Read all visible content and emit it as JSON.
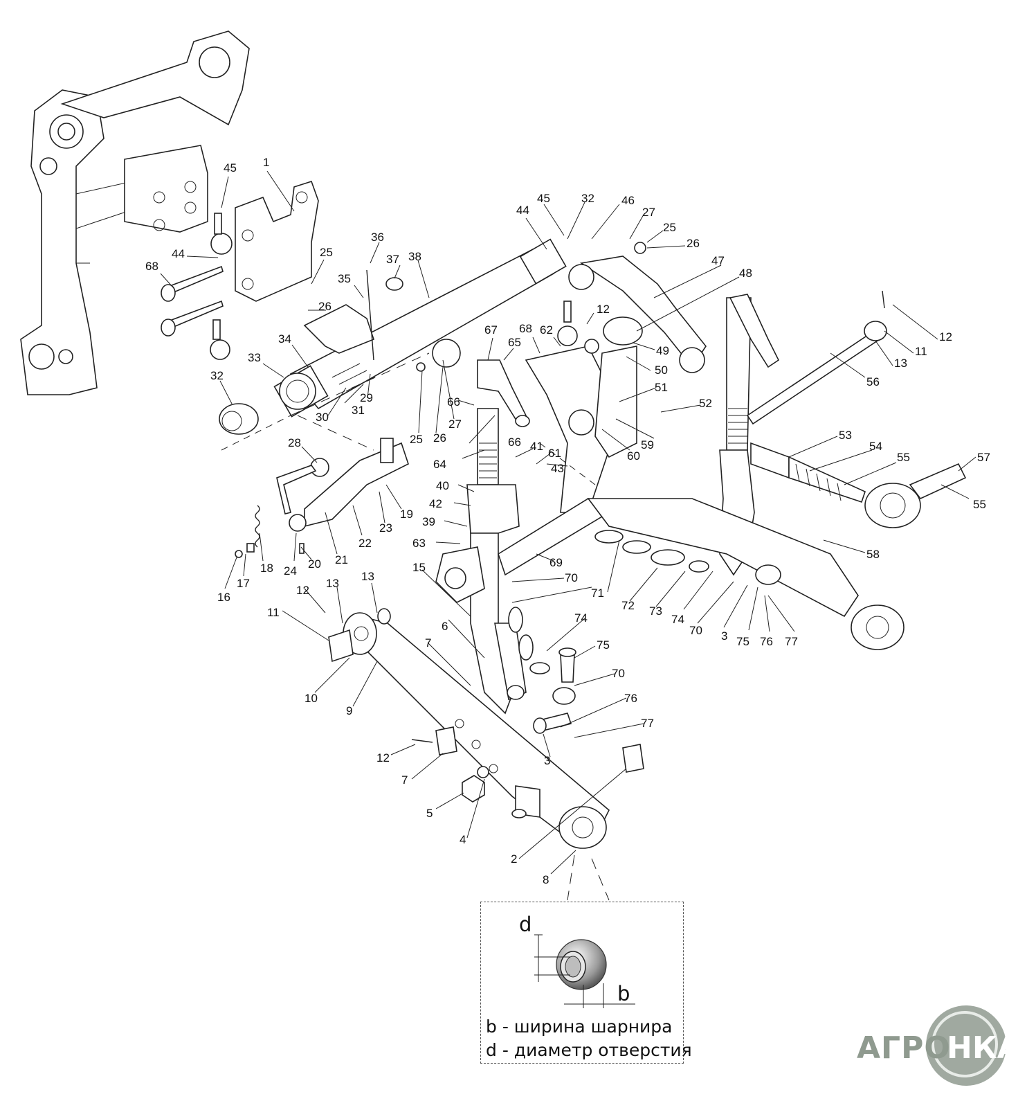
{
  "labels": [
    {
      "id": "1",
      "text": "1"
    },
    {
      "id": "45a",
      "text": "45"
    },
    {
      "id": "44a",
      "text": "44"
    },
    {
      "id": "68a",
      "text": "68"
    },
    {
      "id": "32a",
      "text": "32"
    },
    {
      "id": "33",
      "text": "33"
    },
    {
      "id": "34",
      "text": "34"
    },
    {
      "id": "25a",
      "text": "25"
    },
    {
      "id": "26a",
      "text": "26"
    },
    {
      "id": "35",
      "text": "35"
    },
    {
      "id": "36",
      "text": "36"
    },
    {
      "id": "37",
      "text": "37"
    },
    {
      "id": "38",
      "text": "38"
    },
    {
      "id": "30",
      "text": "30"
    },
    {
      "id": "31",
      "text": "31"
    },
    {
      "id": "29",
      "text": "29"
    },
    {
      "id": "28",
      "text": "28"
    },
    {
      "id": "44b",
      "text": "44"
    },
    {
      "id": "45b",
      "text": "45"
    },
    {
      "id": "32b",
      "text": "32"
    },
    {
      "id": "46",
      "text": "46"
    },
    {
      "id": "27a",
      "text": "27"
    },
    {
      "id": "25b",
      "text": "25"
    },
    {
      "id": "26b",
      "text": "26"
    },
    {
      "id": "47",
      "text": "47"
    },
    {
      "id": "48",
      "text": "48"
    },
    {
      "id": "12a",
      "text": "12"
    },
    {
      "id": "12b",
      "text": "12"
    },
    {
      "id": "11a",
      "text": "11"
    },
    {
      "id": "13a",
      "text": "13"
    },
    {
      "id": "56",
      "text": "56"
    },
    {
      "id": "67",
      "text": "67"
    },
    {
      "id": "68b",
      "text": "68"
    },
    {
      "id": "62",
      "text": "62"
    },
    {
      "id": "65",
      "text": "65"
    },
    {
      "id": "49",
      "text": "49"
    },
    {
      "id": "50",
      "text": "50"
    },
    {
      "id": "51",
      "text": "51"
    },
    {
      "id": "52",
      "text": "52"
    },
    {
      "id": "66a",
      "text": "66"
    },
    {
      "id": "27b",
      "text": "27"
    },
    {
      "id": "25c",
      "text": "25"
    },
    {
      "id": "26c",
      "text": "26"
    },
    {
      "id": "66b",
      "text": "66"
    },
    {
      "id": "41",
      "text": "41"
    },
    {
      "id": "61",
      "text": "61"
    },
    {
      "id": "43",
      "text": "43"
    },
    {
      "id": "59",
      "text": "59"
    },
    {
      "id": "60",
      "text": "60"
    },
    {
      "id": "53",
      "text": "53"
    },
    {
      "id": "54",
      "text": "54"
    },
    {
      "id": "55a",
      "text": "55"
    },
    {
      "id": "57",
      "text": "57"
    },
    {
      "id": "55b",
      "text": "55"
    },
    {
      "id": "64",
      "text": "64"
    },
    {
      "id": "40",
      "text": "40"
    },
    {
      "id": "42",
      "text": "42"
    },
    {
      "id": "39",
      "text": "39"
    },
    {
      "id": "63",
      "text": "63"
    },
    {
      "id": "19",
      "text": "19"
    },
    {
      "id": "23",
      "text": "23"
    },
    {
      "id": "22",
      "text": "22"
    },
    {
      "id": "21",
      "text": "21"
    },
    {
      "id": "20",
      "text": "20"
    },
    {
      "id": "24",
      "text": "24"
    },
    {
      "id": "18",
      "text": "18"
    },
    {
      "id": "17",
      "text": "17"
    },
    {
      "id": "16",
      "text": "16"
    },
    {
      "id": "58",
      "text": "58"
    },
    {
      "id": "15",
      "text": "15"
    },
    {
      "id": "69",
      "text": "69"
    },
    {
      "id": "70a",
      "text": "70"
    },
    {
      "id": "71",
      "text": "71"
    },
    {
      "id": "72",
      "text": "72"
    },
    {
      "id": "73",
      "text": "73"
    },
    {
      "id": "74a",
      "text": "74"
    },
    {
      "id": "70b",
      "text": "70"
    },
    {
      "id": "3a",
      "text": "3"
    },
    {
      "id": "75a",
      "text": "75"
    },
    {
      "id": "76a",
      "text": "76"
    },
    {
      "id": "77a",
      "text": "77"
    },
    {
      "id": "12c",
      "text": "12"
    },
    {
      "id": "13b",
      "text": "13"
    },
    {
      "id": "13c",
      "text": "13"
    },
    {
      "id": "11b",
      "text": "11"
    },
    {
      "id": "6",
      "text": "6"
    },
    {
      "id": "7a",
      "text": "7"
    },
    {
      "id": "74b",
      "text": "74"
    },
    {
      "id": "75b",
      "text": "75"
    },
    {
      "id": "70c",
      "text": "70"
    },
    {
      "id": "10",
      "text": "10"
    },
    {
      "id": "9",
      "text": "9"
    },
    {
      "id": "76b",
      "text": "76"
    },
    {
      "id": "77b",
      "text": "77"
    },
    {
      "id": "3b",
      "text": "3"
    },
    {
      "id": "12d",
      "text": "12"
    },
    {
      "id": "7b",
      "text": "7"
    },
    {
      "id": "5",
      "text": "5"
    },
    {
      "id": "4",
      "text": "4"
    },
    {
      "id": "2",
      "text": "2"
    },
    {
      "id": "8",
      "text": "8"
    }
  ],
  "inset": {
    "dim_d": "d",
    "dim_b": "b",
    "legend_b": "b -  ширина шарнира",
    "legend_d": "d - диаметр отверстия"
  },
  "logo": {
    "text_left": "АГРО",
    "text_right": "НКА",
    "color": "#8f9a8f"
  }
}
